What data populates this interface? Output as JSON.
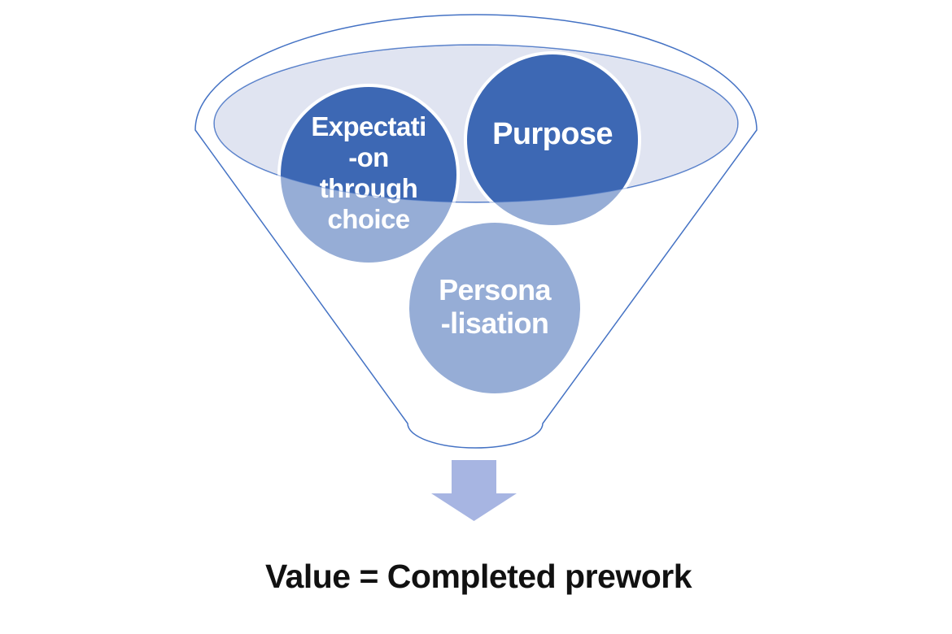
{
  "colors": {
    "background": "#FFFFFF",
    "circle_fill": "#3D68B4",
    "circle_rim": "#FFFFFF",
    "circle_text": "#FFFFFF",
    "bowl_fill": "#E0E4F1",
    "outline_stroke": "#4472C4",
    "wash_overlay": "#FFFFFF",
    "arrow_fill": "#A7B5E2",
    "caption_color": "#111111"
  },
  "funnel": {
    "items": [
      {
        "label": "Expectation through choice",
        "lines": [
          "Expectati",
          "-on",
          "through",
          "choice"
        ]
      },
      {
        "label": "Purpose",
        "lines": [
          "Purpose"
        ]
      },
      {
        "label": "Personalisation",
        "lines": [
          "Persona",
          "-lisation"
        ]
      }
    ]
  },
  "caption": {
    "text": "Value = Completed prework"
  }
}
